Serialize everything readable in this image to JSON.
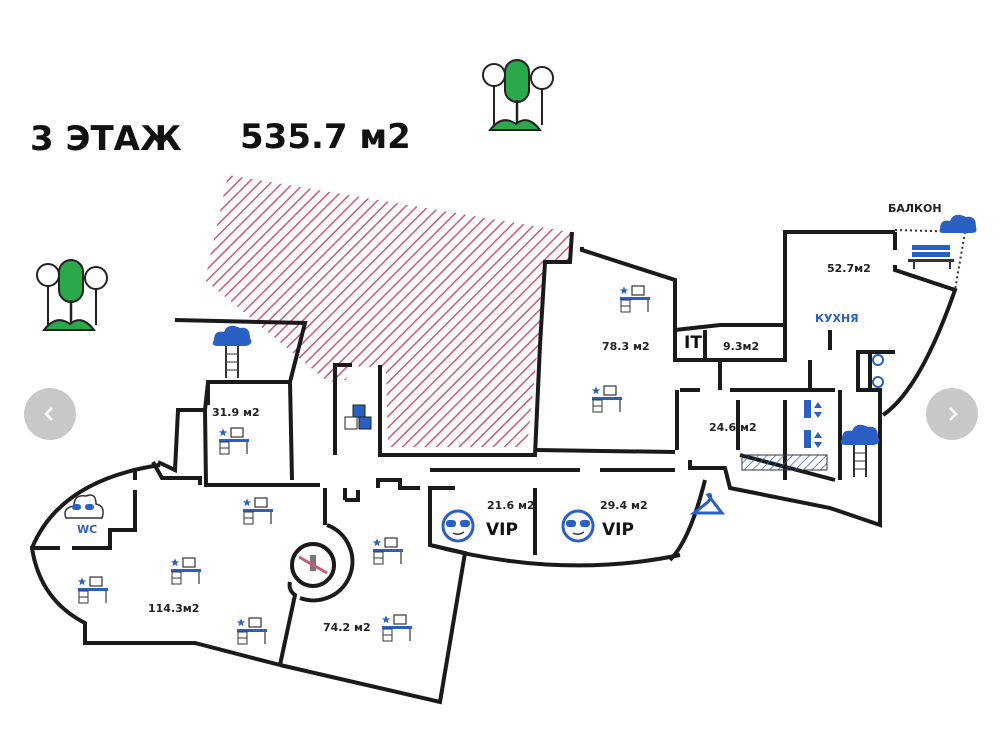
{
  "header": {
    "floor": "3 ЭТАЖ",
    "area": "535.7 м2"
  },
  "rooms": {
    "r1": "31.9 м2",
    "r2": "114.3м2",
    "r3": "74.2 м2",
    "r4": "78.3 м2",
    "it": "IT",
    "r5": "9.3м2",
    "r6": "52.7м2",
    "kitchen": "КУХНЯ",
    "r7": "24.6 м2",
    "vip1_area": "21.6 м2",
    "vip1": "VIP",
    "vip2_area": "29.4 м2",
    "vip2": "VIP",
    "balcony": "БАЛКОН",
    "wc": "WC"
  },
  "colors": {
    "accent": "#2a5fc4",
    "hatch": "#d0587a",
    "tree": "#2aa84a",
    "nav": "#c8c8c8"
  },
  "carousel": {
    "prev_icon": "chevron-left-icon",
    "next_icon": "chevron-right-icon"
  }
}
